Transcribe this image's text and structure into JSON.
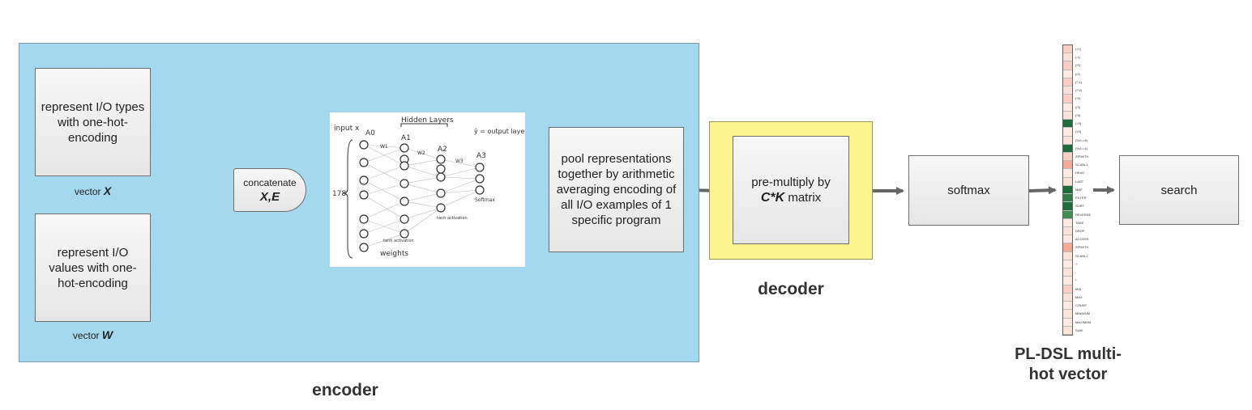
{
  "encoder": {
    "caption": "encoder",
    "types_box": "represent I/O types with one-hot-encoding",
    "types_vector_prefix": "vector",
    "types_vector_symbol": "X",
    "values_box": "represent I/O values with one-hot-encoding",
    "values_vector_prefix": "vector",
    "values_vector_symbol": "W",
    "concat_label": "concatenate",
    "concat_formula": "X,E",
    "pool_box": "pool representations together by arithmetic averaging encoding of all I/O examples of 1 specific program"
  },
  "neural_net_sketch": {
    "input_label": "input x",
    "a0": "A0",
    "a1": "A1",
    "a2": "A2",
    "a3": "A3",
    "hidden_layers": "Hidden Layers",
    "output_label": "ŷ = output layer",
    "input_size": "178",
    "w1": "W1",
    "w2": "W2",
    "w3": "W3",
    "softmax": "Softmax",
    "tanh_a": "tanh activation",
    "tanh_b": "tanh activation",
    "weights": "weights"
  },
  "decoder": {
    "caption": "decoder",
    "premultiply_prefix": "pre-multiply by",
    "premultiply_formula": "C*K",
    "premultiply_suffix": "matrix"
  },
  "softmax_box": "softmax",
  "search_box": "search",
  "vector": {
    "caption_line1": "PL-DSL multi-",
    "caption_line2": "hot vector",
    "cells": [
      {
        "color": "#f8cfc2",
        "token": "(+1)"
      },
      {
        "color": "#fbe2d8",
        "token": "(-1)"
      },
      {
        "color": "#f8cfc2",
        "token": "(*2)"
      },
      {
        "color": "#fde9e1",
        "token": "(/2)"
      },
      {
        "color": "#f8cfc2",
        "token": "(*-1)"
      },
      {
        "color": "#fbe2d8",
        "token": "(**2)"
      },
      {
        "color": "#f8cfc2",
        "token": "(*3)"
      },
      {
        "color": "#fde9e1",
        "token": "(/3)"
      },
      {
        "color": "#fbe2d8",
        "token": "(*4)"
      },
      {
        "color": "#1f6b3a",
        "token": "(>0)"
      },
      {
        "color": "#fde9e1",
        "token": "(<0)"
      },
      {
        "color": "#fbe2d8",
        "token": "(%2==0)"
      },
      {
        "color": "#1f6b3a",
        "token": "(%2==1)"
      },
      {
        "color": "#f8cfc2",
        "token": "ZIPWITH"
      },
      {
        "color": "#f3a996",
        "token": "SCANL1"
      },
      {
        "color": "#fde9e1",
        "token": "HEAD"
      },
      {
        "color": "#fbe2d8",
        "token": "LAST"
      },
      {
        "color": "#1f6b3a",
        "token": "MAP"
      },
      {
        "color": "#2e7d45",
        "token": "FILTER"
      },
      {
        "color": "#1f6b3a",
        "token": "SORT"
      },
      {
        "color": "#3f8f55",
        "token": "REVERSE"
      },
      {
        "color": "#fde9e1",
        "token": "TAKE"
      },
      {
        "color": "#fbe2d8",
        "token": "DROP"
      },
      {
        "color": "#fde9e1",
        "token": "ACCESS"
      },
      {
        "color": "#f3a996",
        "token": "ZIPWITH"
      },
      {
        "color": "#fbe2d8",
        "token": "SCANL1"
      },
      {
        "color": "#fde9e1",
        "token": "+"
      },
      {
        "color": "#fbe2d8",
        "token": "-"
      },
      {
        "color": "#fde9e1",
        "token": "*"
      },
      {
        "color": "#f8cfc2",
        "token": "MIN"
      },
      {
        "color": "#fbe2d8",
        "token": "MAX"
      },
      {
        "color": "#fde9e1",
        "token": "COUNT"
      },
      {
        "color": "#fbe2d8",
        "token": "MINIMUM"
      },
      {
        "color": "#fde9e1",
        "token": "MAXIMUM"
      },
      {
        "color": "#fbe2d8",
        "token": "SUM"
      }
    ]
  },
  "colors": {
    "encoder_bg": "#a3d8ef",
    "decoder_bg": "#fbf38e",
    "arrow": "#666666"
  }
}
